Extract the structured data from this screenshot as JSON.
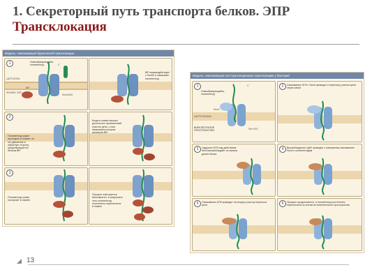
{
  "slide": {
    "title_line1": "1. Секреторный путь транспорта белков. ЭПР",
    "title_line2": "Трансклокация",
    "page_number": "13"
  },
  "left_panel": {
    "header": "Модель, описывающая бруклонской транслокации ...",
    "labels": {
      "nascent": "Новообразующийся полипептид",
      "cytosol": "ЦИТОЗОЛЬ",
      "lumen": "ЛЮМЕН ЭПР",
      "bip": "BiP",
      "sec": "Sec61/63",
      "c": "C"
    },
    "steps": [
      {
        "num": "1",
        "text": ""
      },
      {
        "num": "",
        "text": "BiP взаимодействует с Sec63 и связывает полипептид"
      },
      {
        "num": "2",
        "text": "Полипептид может проходить в люмен, но его движение в обратную сторону предотвращается белком BiP"
      },
      {
        "num": "",
        "text": "Когда в люмен вышел достаточно протяженный участок цепи, с ним связывается вторая молекула BiP"
      },
      {
        "num": "3",
        "text": "Полипептид снова поступает в люмен"
      },
      {
        "num": "",
        "text": "Процесс повторяется многократно, в результате чего полипептид постепенно переносится в люмен"
      }
    ]
  },
  "right_panel": {
    "header": "Модель, описывающая посттрансляционную транслокацию у бактерий",
    "labels": {
      "nascent": "Новообразующийся полипептид",
      "cytoplasm": "ЦИТОПЛАЗМА",
      "periplasm": "ВНЕКЛЕТОЧНОЕ ПРОСТРАНСТВО",
      "secy": "SecYEG",
      "seca": "SecA",
      "c": "C"
    },
    "steps": [
      {
        "num": "1",
        "text": ""
      },
      {
        "num": "2",
        "text": "Связывание АТФ с SecA приводит к переносу участка цепи через канал"
      },
      {
        "num": "3",
        "text": "Гидролиз АТФ под действием SecA высвобождает из канала домен белка"
      },
      {
        "num": "4",
        "text": "Высвобождение АДФ приводит к повторному связыванию SecA с полипептидом"
      },
      {
        "num": "5",
        "text": "Связывание АТФ приводит на вторую участку переноса цепи"
      },
      {
        "num": "6",
        "text": "Процесс продолжается, и полипептид постепенно переносится из клетки во внеклеточное пространство"
      }
    ]
  }
}
